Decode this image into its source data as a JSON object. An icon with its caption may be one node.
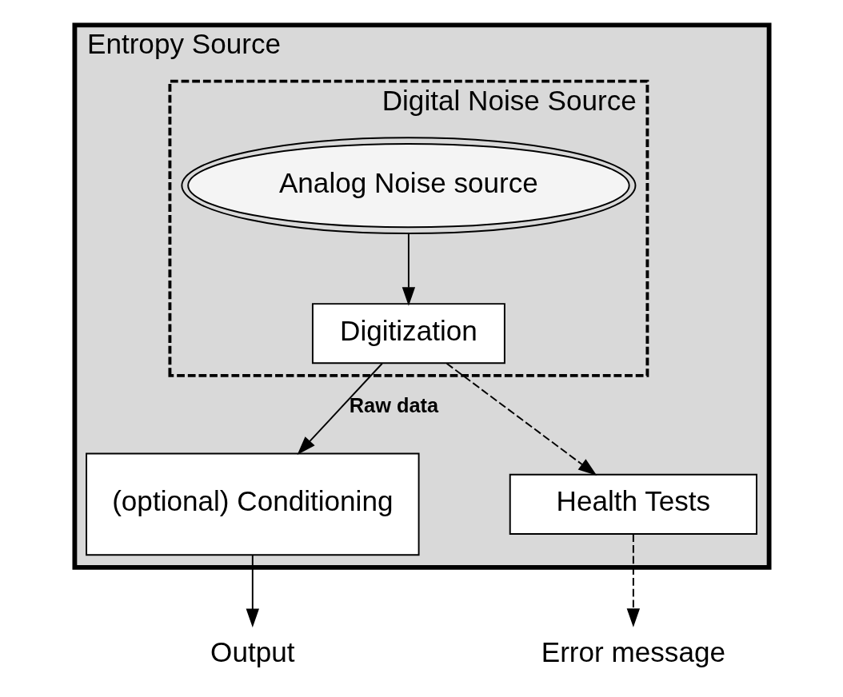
{
  "diagram": {
    "nodes": [
      {
        "text": [
          "Entropy Source"
        ]
      },
      {
        "text": [
          "Digital Noise Source"
        ],
        "in": 0
      },
      {
        "text": [
          "Analog Noise source"
        ],
        "in": 1
      },
      {
        "text": [
          "Digitization"
        ],
        "in": 1
      },
      {
        "text": [
          "(optional) Conditioning"
        ],
        "in": 0
      },
      {
        "text": [
          "Health Tests"
        ],
        "in": 0
      },
      {
        "text": [
          "Output"
        ]
      },
      {
        "text": [
          "Error message"
        ]
      }
    ],
    "edges": [
      {
        "from": 2,
        "to": 3,
        "arrow": "to"
      },
      {
        "from": 3,
        "to": 4,
        "arrow": "to",
        "label": "Raw data"
      },
      {
        "from": 3,
        "to": 5,
        "arrow": "to",
        "style": "dashed"
      },
      {
        "from": 4,
        "to": 6,
        "arrow": "to"
      },
      {
        "from": 5,
        "to": 7,
        "arrow": "to",
        "style": "dashed"
      }
    ]
  }
}
